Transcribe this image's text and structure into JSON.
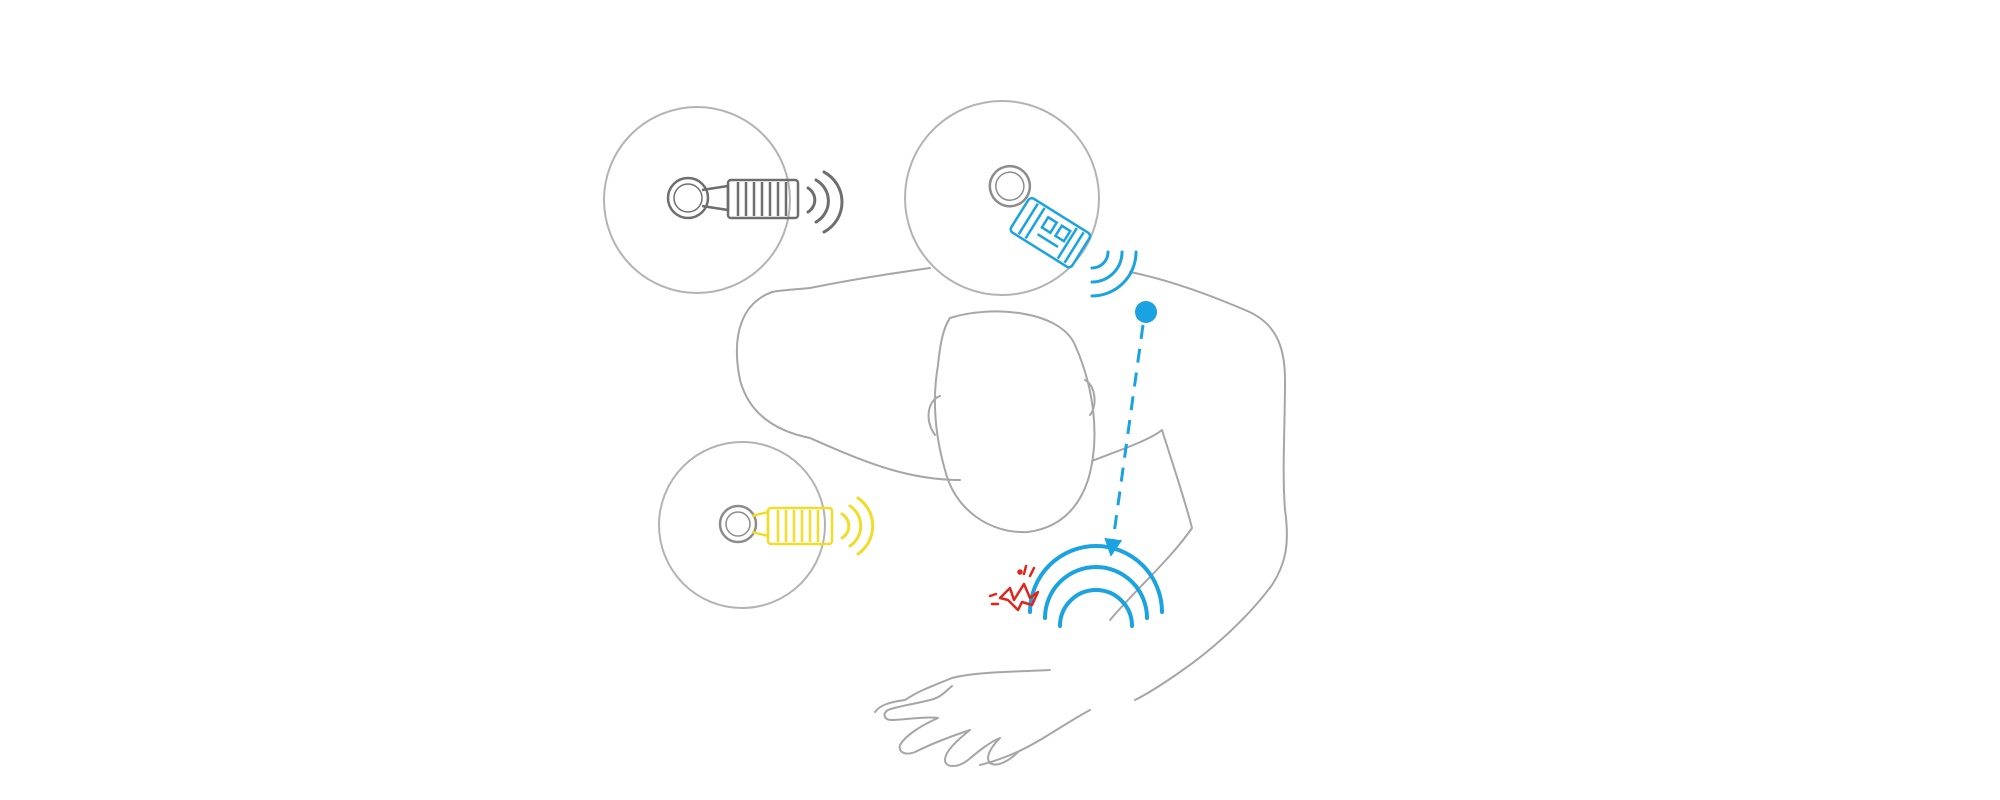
{
  "illustration": {
    "subject": "person-with-shoulder-device",
    "devices": [
      {
        "name": "device-idle",
        "color": "#6e6e6e",
        "signal": "sound-waves"
      },
      {
        "name": "device-active",
        "color": "#1aa3e0",
        "signal": "sound-waves"
      },
      {
        "name": "device-alert",
        "color": "#f2dc2a",
        "signal": "sound-waves"
      }
    ],
    "vibration_alert": {
      "color": "#1aa3e0",
      "direction": "shoulder-to-wrist"
    },
    "tap_burst": {
      "color": "#e0261b"
    }
  },
  "colors": {
    "outline": "#a6a6a6",
    "circle": "#b3b3b3",
    "accent_blue": "#1aa3e0",
    "accent_yellow": "#f2dc2a",
    "accent_red": "#e0261b",
    "background": "#ffffff"
  }
}
